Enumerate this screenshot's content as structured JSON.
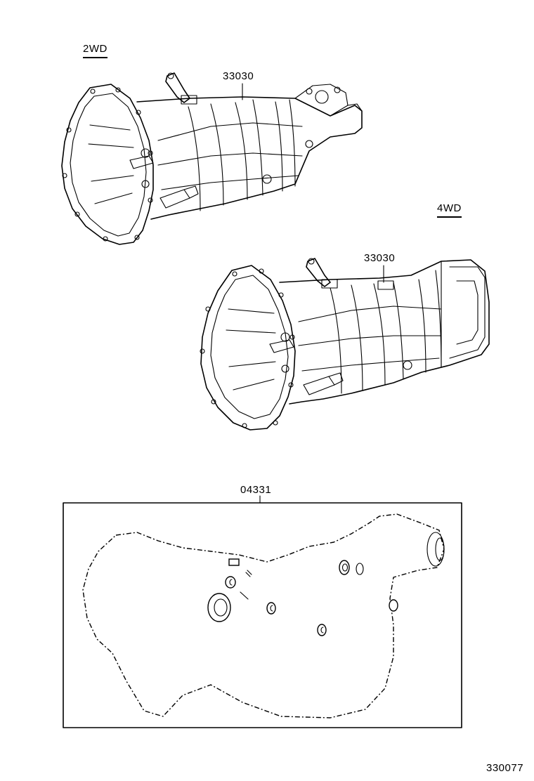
{
  "labels": {
    "variant_2wd": "2WD",
    "variant_4wd": "4WD",
    "part_transmission_2wd": "33030",
    "part_transmission_4wd": "33030",
    "part_gasket_kit": "04331",
    "figure_number": "330077"
  },
  "icons": [
    "transmission-2wd-icon",
    "transmission-4wd-icon",
    "gasket-kit-icon"
  ],
  "colors": {
    "ink": "#000000",
    "paper": "#ffffff"
  }
}
